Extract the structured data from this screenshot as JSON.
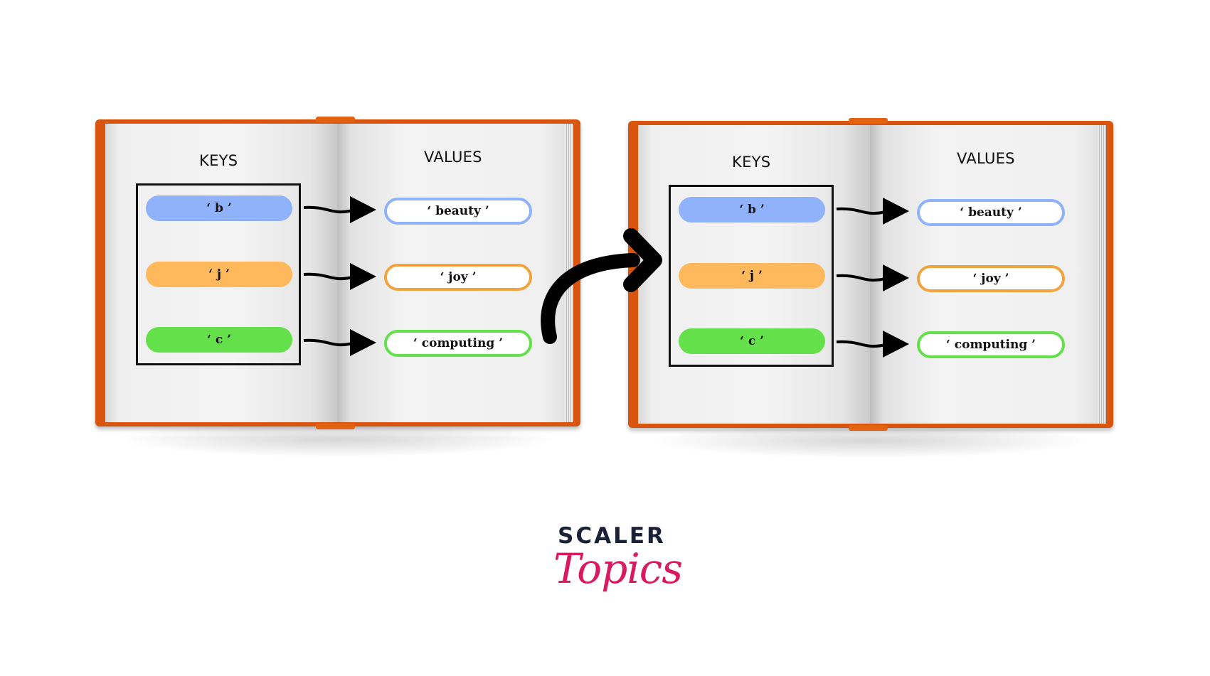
{
  "diagram": {
    "before": {
      "keys_heading": "KEYS",
      "values_heading": "VALUES",
      "pairs": [
        {
          "key": "‘ b ’",
          "value": "‘ beauty ’",
          "color": "#8fb2fb"
        },
        {
          "key": "‘ j ’",
          "value": "‘ joy ’",
          "color": "#ffb95c"
        },
        {
          "key": "‘ c ’",
          "value": "‘ computing ’",
          "color": "#63e04a"
        }
      ]
    },
    "after": {
      "keys_heading": "KEYS",
      "values_heading": "VALUES",
      "pairs": [
        {
          "key": "‘ b ’",
          "value": "‘ beauty ’",
          "color": "#8fb2fb"
        },
        {
          "key": "‘ j ’",
          "value": "‘ joy ’",
          "color": "#ffb95c"
        },
        {
          "key": "‘ c ’",
          "value": "‘ computing ’",
          "color": "#63e04a"
        }
      ]
    }
  },
  "colors": {
    "cover": "#d9540d",
    "value_border": {
      "b": "#8fb2fb",
      "j": "#f0a440",
      "c": "#63e04a"
    }
  },
  "logo": {
    "line1": "SCALER",
    "line2": "Topics"
  }
}
